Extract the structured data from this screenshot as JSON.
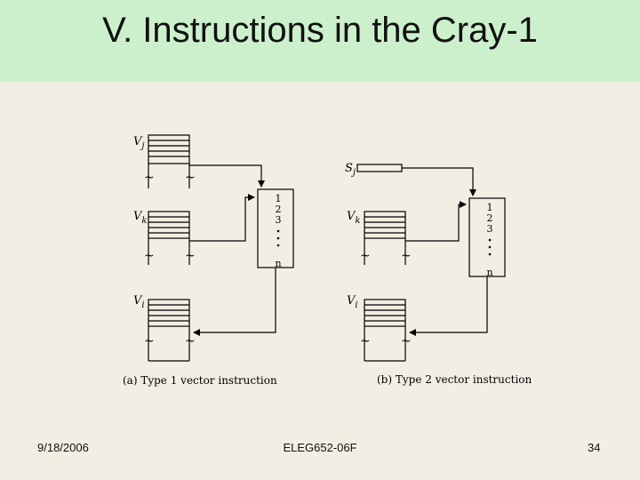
{
  "slide": {
    "title": "V. Instructions in the Cray-1",
    "footer_date": "9/18/2006",
    "footer_course": "ELEG652-06F",
    "footer_page": "34"
  },
  "diagram": {
    "type1": {
      "caption": "(a)  Type 1 vector instruction",
      "reg_j": "V",
      "reg_j_sub": "j",
      "reg_k": "V",
      "reg_k_sub": "k",
      "reg_i": "V",
      "reg_i_sub": "i",
      "pipe_labels": [
        "1",
        "2",
        "3",
        "n"
      ]
    },
    "type2": {
      "caption": "(b)  Type 2 vector instruction",
      "reg_s": "S",
      "reg_s_sub": "j",
      "reg_k": "V",
      "reg_k_sub": "k",
      "reg_i": "V",
      "reg_i_sub": "i",
      "pipe_labels": [
        "1",
        "2",
        "3",
        "n"
      ]
    },
    "colors": {
      "title_bg": "#ccf0cc",
      "line": "#000000"
    }
  }
}
